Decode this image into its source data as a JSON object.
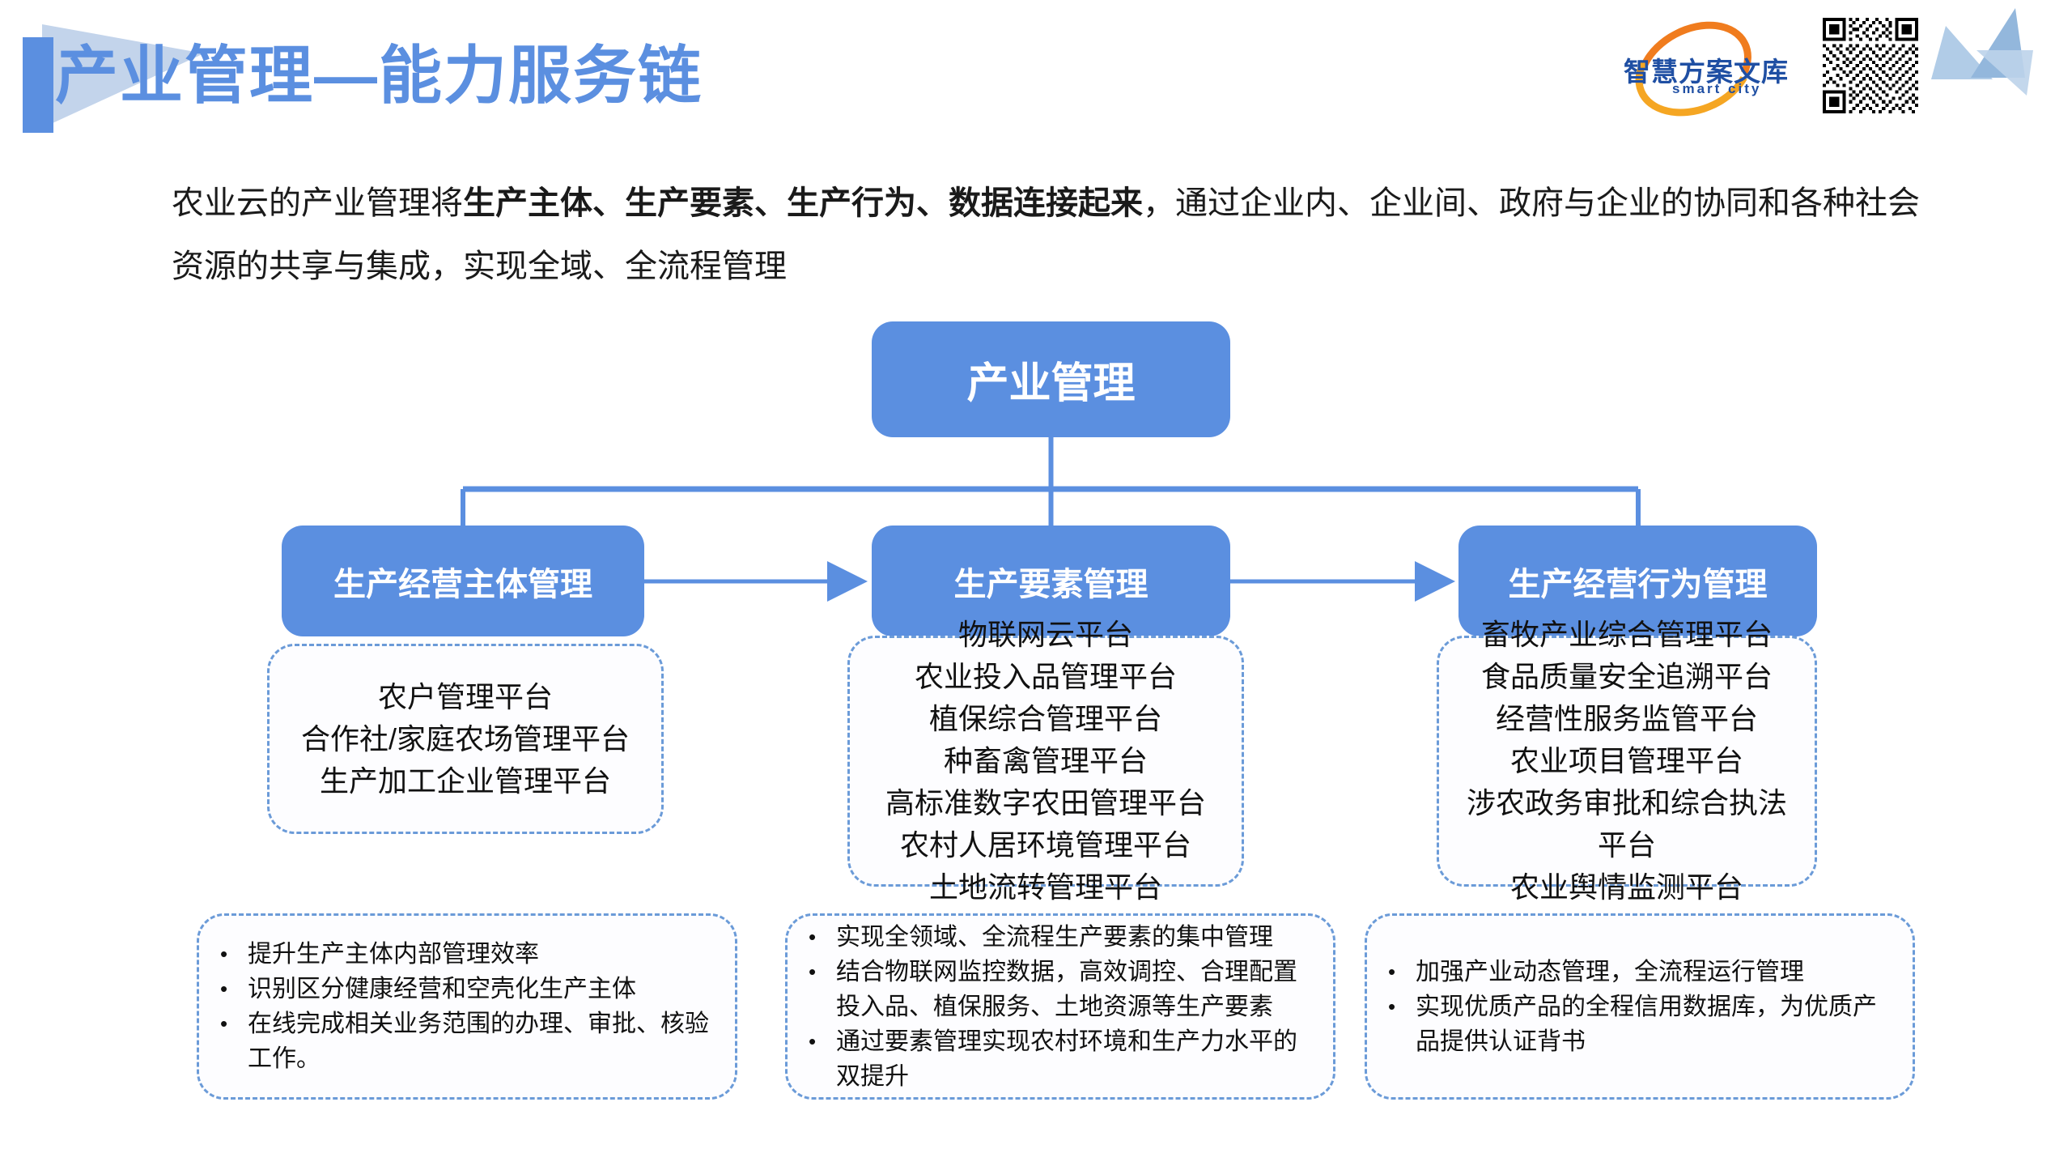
{
  "page": {
    "title": "产业管理—能力服务链",
    "accent_color": "#5b8fe0",
    "dashed_border_color": "#6b9bd8"
  },
  "brand": {
    "logo_cn": "智慧方案文库",
    "logo_en": "smart city",
    "logo_color": "#1f4fa3",
    "arc_color": "#f07c1e",
    "qr_name": "qr-code"
  },
  "description": {
    "part1": "农业云的产业管理将",
    "bold": "生产主体、生产要素、生产行为、数据连接起来",
    "part2": "，通过企业内、企业间、政府与企业的协同和各种社会资源的共享与集成，实现全域、全流程管理"
  },
  "diagram": {
    "root": {
      "label": "产业管理"
    },
    "columns": [
      {
        "node": "生产经营主体管理",
        "platforms": [
          "农户管理平台",
          "合作社/家庭农场管理平台",
          "生产加工企业管理平台"
        ],
        "bullets": [
          "提升生产主体内部管理效率",
          "识别区分健康经营和空壳化生产主体",
          "在线完成相关业务范围的办理、审批、核验工作。"
        ]
      },
      {
        "node": "生产要素管理",
        "platforms": [
          "物联网云平台",
          "农业投入品管理平台",
          "植保综合管理平台",
          "种畜禽管理平台",
          "高标准数字农田管理平台",
          "农村人居环境管理平台",
          "土地流转管理平台"
        ],
        "bullets": [
          "实现全领域、全流程生产要素的集中管理",
          "结合物联网监控数据，高效调控、合理配置投入品、植保服务、土地资源等生产要素",
          "通过要素管理实现农村环境和生产力水平的双提升"
        ]
      },
      {
        "node": "生产经营行为管理",
        "platforms": [
          "畜牧产业综合管理平台",
          "食品质量安全追溯平台",
          "经营性服务监管平台",
          "农业项目管理平台",
          "涉农政务审批和综合执法",
          "平台",
          "农业舆情监测平台"
        ],
        "bullets": [
          "加强产业动态管理，全流程运行管理",
          "实现优质产品的全程信用数据库，为优质产品提供认证背书"
        ]
      }
    ]
  },
  "bullet_marker": "•"
}
